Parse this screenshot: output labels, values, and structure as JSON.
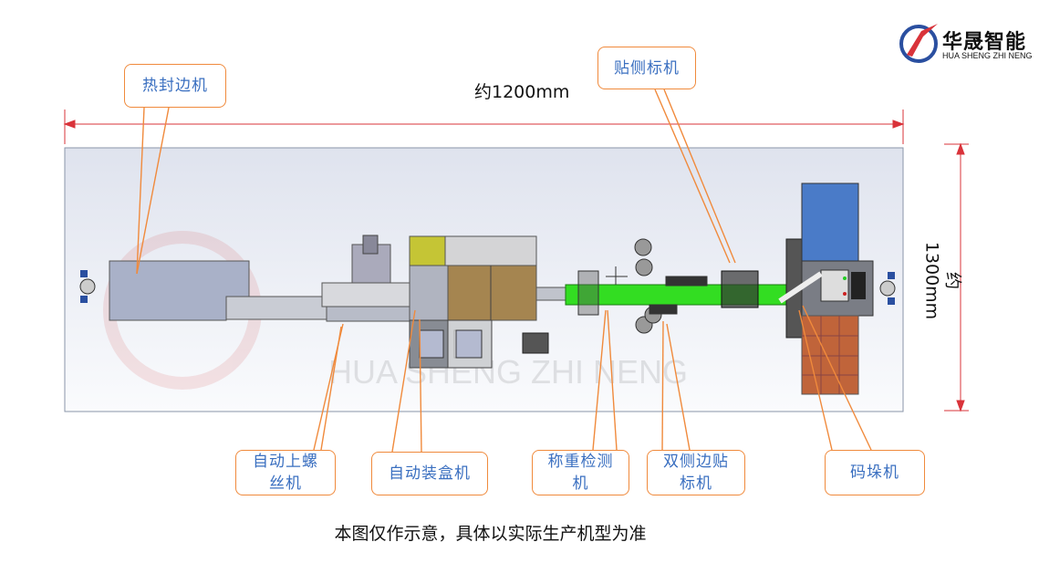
{
  "logo": {
    "name_cn": "华晟智能",
    "name_en": "HUA SHENG ZHI NENG"
  },
  "dimensions": {
    "width": "约1200mm",
    "depth": "约1300mm"
  },
  "watermark": "HUA SHENG ZHI NENG",
  "labels": {
    "heat_seal": "热封边机",
    "side_label": "贴侧标机",
    "screw": "自动上螺丝机",
    "boxing": "自动装盒机",
    "weighing": "称重检测机",
    "double_label": "双侧边贴标机",
    "palletizer": "码垛机"
  },
  "caption": "本图仅作示意，具体以实际生产机型为准",
  "colors": {
    "label_border": "#f08a3c",
    "label_text": "#3a6fc0",
    "dimension_line": "#d9333a",
    "conveyor": "#33dd22",
    "pallet": "#c0643a",
    "blue_box": "#4a7bc8"
  }
}
